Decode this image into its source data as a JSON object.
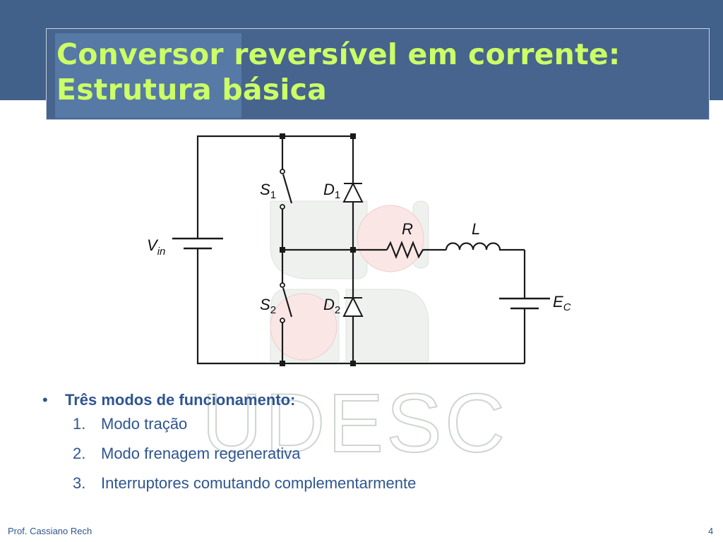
{
  "slide": {
    "title_line1": "Conversor reversível em corrente:",
    "title_line2": "Estrutura básica"
  },
  "watermark": {
    "text": "UDESC"
  },
  "circuit": {
    "labels": {
      "vin_main": "V",
      "vin_sub": "in",
      "s1_main": "S",
      "s1_sub": "1",
      "s2_main": "S",
      "s2_sub": "2",
      "d1_main": "D",
      "d1_sub": "1",
      "d2_main": "D",
      "d2_sub": "2",
      "r": "R",
      "l": "L",
      "ec_main": "E",
      "ec_sub": "C"
    }
  },
  "bullets": {
    "main": "Três modos de funcionamento:",
    "items": [
      {
        "num": "1.",
        "text": "Modo tração"
      },
      {
        "num": "2.",
        "text": "Modo frenagem regenerativa"
      },
      {
        "num": "3.",
        "text": "Interruptores comutando complementarmente"
      }
    ]
  },
  "footer": {
    "author": "Prof. Cassiano Rech",
    "page": "4"
  },
  "colors": {
    "header": "#41608a",
    "title": "#ccff66",
    "text": "#2f5590"
  }
}
